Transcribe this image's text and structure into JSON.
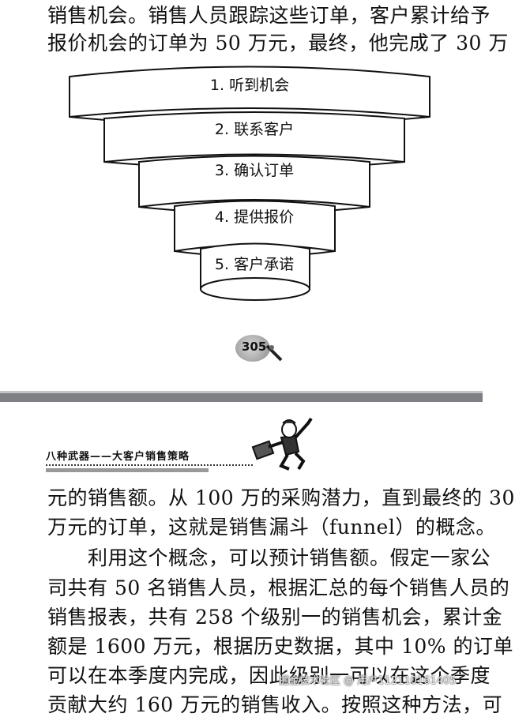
{
  "page_top": {
    "lines": [
      "销售机会。销售人员跟踪这些订单，客户累计给予",
      "报价机会的订单为 50 万元，最终，他完成了 30 万"
    ]
  },
  "funnel": {
    "tiers": [
      {
        "label": "1. 听到机会"
      },
      {
        "label": "2. 联系客户"
      },
      {
        "label": "3. 确认订单"
      },
      {
        "label": "4. 提供报价"
      },
      {
        "label": "5. 客户承诺"
      }
    ]
  },
  "page_number": "305",
  "next_page": {
    "header_title": "八种武器——大客户销售策略",
    "lines": [
      "元的销售额。从 100 万的采购潜力，直到最终的 30",
      "万元的订单，这就是销售漏斗（funnel）的概念。",
      "　　利用这个概念，可以预计销售额。假定一家公",
      "司共有 50 名销售人员，根据汇总的每个销售人员的",
      "销售报表，共有 258 个级别一的销售机会，累计金",
      "额是 1600 万元，根据历史数据，其中 10% 的订单",
      "可以在本季度内完成，因此级别一可以在这个季度",
      "贡献大约 160 万元的销售收入。按照这种方法，可"
    ]
  },
  "watermark": "掘金技术社区 @ 用户112110161405",
  "colors": {
    "separator": "#7f7f86",
    "text": "#111111",
    "background": "#ffffff"
  }
}
